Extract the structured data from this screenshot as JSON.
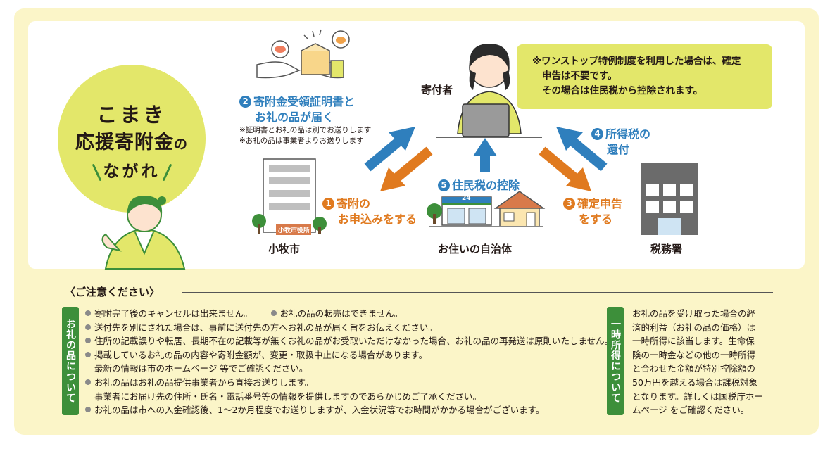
{
  "title": {
    "line1": "こまき",
    "line2_main": "応援寄附金",
    "line2_small": "の",
    "line3": "ながれ"
  },
  "actors": {
    "donor": "寄付者",
    "komaki_city": "小牧市",
    "local_gov": "お住いの自治体",
    "tax_office": "税務署",
    "komaki_building_sign": "小牧市役所",
    "store_sign": "24"
  },
  "steps": {
    "step1": {
      "num": "1",
      "line1": "寄附の",
      "line2": "お申込みをする"
    },
    "step2": {
      "num": "2",
      "line1": "寄附金受領証明書と",
      "line2": "お礼の品が届く"
    },
    "step3": {
      "num": "3",
      "line1": "確定申告",
      "line2": "をする"
    },
    "step4": {
      "num": "4",
      "line1": "所得税の",
      "line2": "還付"
    },
    "step5": {
      "num": "5",
      "line1": "住民税の控除"
    }
  },
  "step2_notes": [
    "※証明書とお礼の品は別でお送りします",
    "※お礼の品は事業者よりお送りします"
  ],
  "one_stop_note": {
    "line1": "※ワンストップ特例制度を利用した場合は、確定",
    "line2": "申告は不要です。",
    "line3": "その場合は住民税から控除されます。"
  },
  "caution": {
    "title": "〈ご注意ください〉",
    "gift_tag": "お礼の品について",
    "items": {
      "i1a": "寄附完了後のキャンセルは出来ません。",
      "i1b": "お礼の品の転売はできません。",
      "i2": "送付先を別にされた場合は、事前に送付先の方へお礼の品が届く旨をお伝えください。",
      "i3": "住所の記載誤りや転居、長期不在の記載等が無くお礼の品がお受取いただけなかった場合、お礼の品の再発送は原則いたしません。",
      "i4": "掲載しているお礼の品の内容や寄附金額が、変更・取扱中止になる場合があります。",
      "i4c": "最新の情報は市のホームページ 等でご確認ください。",
      "i5": "お礼の品はお礼の品提供事業者から直接お送りします。",
      "i5c": "事業者にお届け先の住所・氏名・電話番号等の情報を提供しますのであらかじめご了承ください。",
      "i6": "お礼の品は市への入金確認後、1〜2か月程度でお送りしますが、入金状況等でお時間がかかる場合がございます。"
    },
    "ichiji_tag": "一時所得について",
    "ichiji_lines": [
      "お礼の品を受け取った場合の経",
      "済的利益（お礼の品の価格）は",
      "一時所得に該当します。生命保",
      "険の一時金などの他の一時所得",
      "と合わせた金額が特別控除額の",
      "50万円を越える場合は課税対象",
      "となります。詳しくは国税庁ホー",
      "ムページ をご確認ください。"
    ]
  },
  "colors": {
    "panel_bg": "#fbf5c8",
    "yellow_green": "#e3e76a",
    "blue_arrow": "#2f7fbd",
    "orange_arrow": "#e07a1f",
    "green_tag": "#3d8f3a"
  }
}
